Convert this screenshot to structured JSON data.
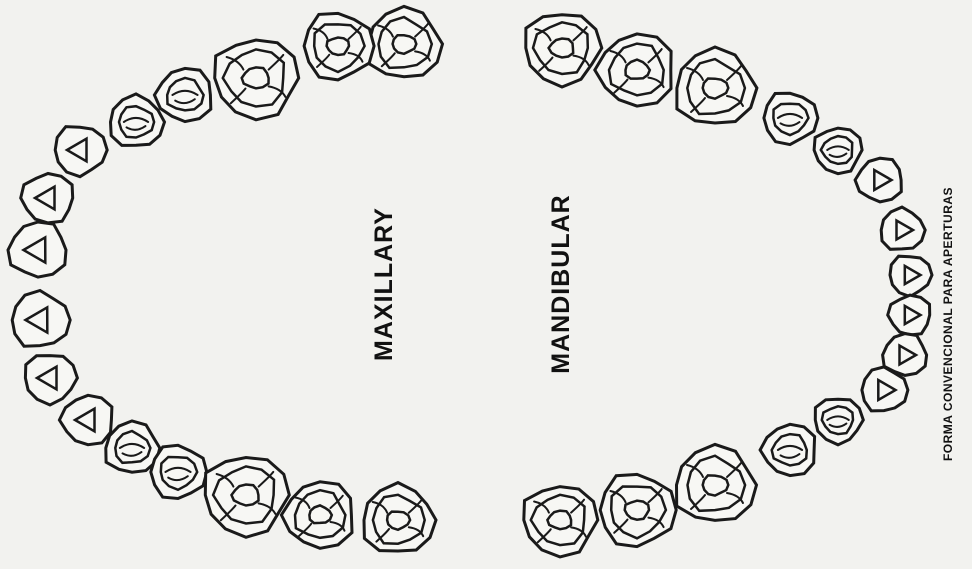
{
  "labels": {
    "maxillary": "MAXILLARY",
    "mandibular": "MANDIBULAR",
    "caption": "FORMA   CONVENCIONAL   PARA   APERTURAS"
  },
  "arches": [
    {
      "name": "maxillary",
      "teeth": [
        {
          "type": "molar"
        },
        {
          "type": "molar"
        },
        {
          "type": "molar"
        },
        {
          "type": "premolar"
        },
        {
          "type": "premolar"
        },
        {
          "type": "canine"
        },
        {
          "type": "incisor"
        },
        {
          "type": "incisor"
        },
        {
          "type": "incisor"
        },
        {
          "type": "incisor"
        },
        {
          "type": "canine"
        },
        {
          "type": "premolar"
        },
        {
          "type": "premolar"
        },
        {
          "type": "molar"
        },
        {
          "type": "molar"
        },
        {
          "type": "molar"
        }
      ]
    },
    {
      "name": "mandibular",
      "teeth": [
        {
          "type": "molar"
        },
        {
          "type": "molar"
        },
        {
          "type": "molar"
        },
        {
          "type": "premolar"
        },
        {
          "type": "premolar"
        },
        {
          "type": "canine"
        },
        {
          "type": "incisor"
        },
        {
          "type": "incisor"
        },
        {
          "type": "incisor"
        },
        {
          "type": "incisor"
        },
        {
          "type": "canine"
        },
        {
          "type": "premolar"
        },
        {
          "type": "premolar"
        },
        {
          "type": "molar"
        },
        {
          "type": "molar"
        },
        {
          "type": "molar"
        }
      ]
    }
  ],
  "colors": {
    "ink": "#1a1a1a",
    "paper": "#f2f2ef"
  }
}
